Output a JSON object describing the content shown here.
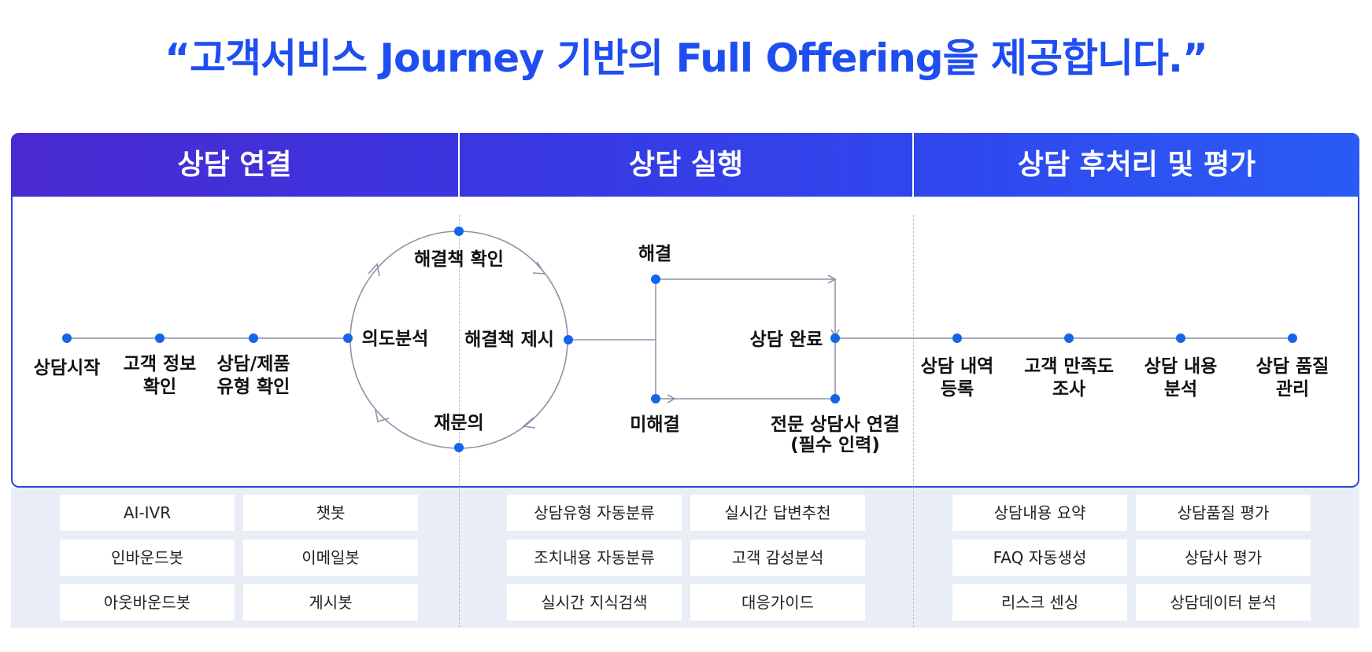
{
  "title": "“고객서비스 Journey 기반의 Full Offering을 제공합니다.”",
  "sections": [
    {
      "name": "상담 연결",
      "items": [
        "AI-IVR",
        "챗봇",
        "인바운드봇",
        "이메일봇",
        "아웃바운드봇",
        "게시봇"
      ]
    },
    {
      "name": "상담 실행",
      "items": [
        "상담유형 자동분류",
        "실시간 답변추천",
        "조치내용 자동분류",
        "고객 감성분석",
        "실시간 지식검색",
        "대응가이드"
      ]
    },
    {
      "name": "상담 후처리 및 평가",
      "items": [
        "상담내용 요약",
        "상담품질 평가",
        "FAQ 자동생성",
        "상담사 평가",
        "리스크 센싱",
        "상담데이터 분석"
      ]
    }
  ],
  "flow": {
    "connect_steps": [
      [
        "상담시작"
      ],
      [
        "고객 정보",
        "확인"
      ],
      [
        "상담/제품",
        "유형 확인"
      ]
    ],
    "intent": "의도분석",
    "cycle": {
      "top": "해결책 확인",
      "right": "해결책 제시",
      "bottom": "재문의"
    },
    "resolved": "해결",
    "unresolved": "미해결",
    "complete": "상담 완료",
    "expert": [
      "전문 상담사 연결",
      "(필수 인력)"
    ],
    "post_steps": [
      [
        "상담 내역",
        "등록"
      ],
      [
        "고객 만족도",
        "조사"
      ],
      [
        "상담 내용",
        "분석"
      ],
      [
        "상담 품질",
        "관리"
      ]
    ]
  },
  "colors": {
    "title": "#1f4ef0",
    "node": "#1565e8",
    "line": "#8a93a8",
    "border": "#2f45d8",
    "panel": "#e8edf6"
  }
}
